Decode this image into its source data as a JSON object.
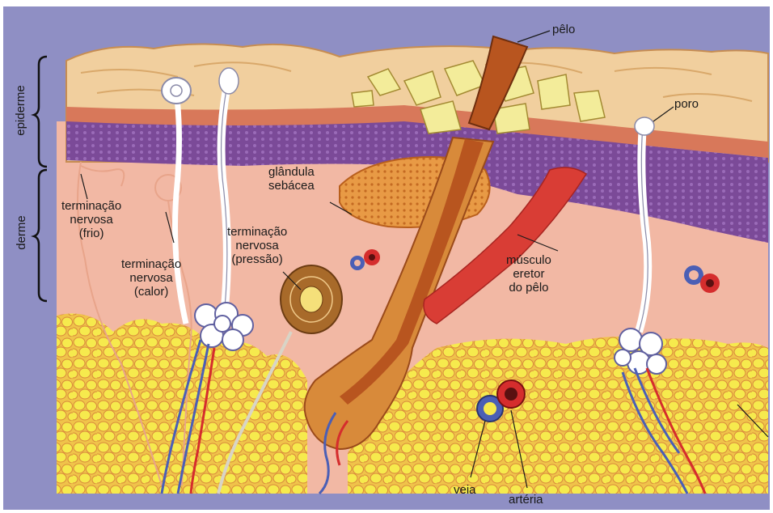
{
  "labels": {
    "pelo": "pêlo",
    "poro": "poro",
    "glandula": [
      "glândula",
      "sebácea"
    ],
    "term_frio": [
      "terminação",
      "nervosa",
      "(frio)"
    ],
    "term_calor": [
      "terminação",
      "nervosa",
      "(calor)"
    ],
    "term_pressao": [
      "terminação",
      "nervosa",
      "(pressão)"
    ],
    "musculo": [
      "músculo",
      "eretor",
      "do pêlo"
    ],
    "veia": "veia",
    "arteria": "artéria",
    "epiderme": "epiderme",
    "derme": "derme"
  },
  "colors": {
    "frame": "#8f8fc4",
    "epidermis": "#f1cf9e",
    "basal_layer": "#7f4f9a",
    "dermis": "#f2b8a4",
    "fat": "#f4e64a",
    "hair": "#b8551f",
    "muscle": "#d93d35",
    "nerve": "#ffffff"
  }
}
